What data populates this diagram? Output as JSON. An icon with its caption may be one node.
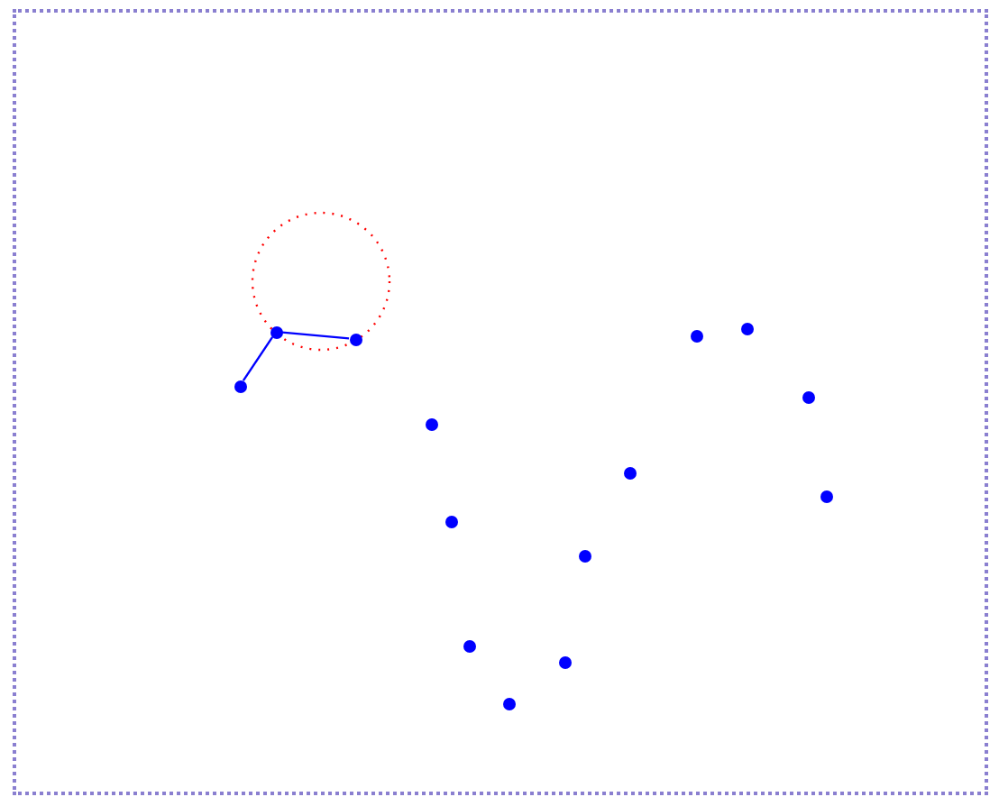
{
  "diagram": {
    "nodes": [
      {
        "text": [],
        "shape": "circle"
      },
      {
        "text": [],
        "shape": "circle"
      },
      {
        "text": [],
        "shape": "circle"
      },
      {
        "text": [],
        "shape": "circle"
      },
      {
        "text": [],
        "shape": "circle"
      },
      {
        "text": [],
        "shape": "circle"
      },
      {
        "text": [],
        "shape": "circle"
      },
      {
        "text": [],
        "shape": "circle"
      },
      {
        "text": [],
        "shape": "circle"
      },
      {
        "text": [],
        "shape": "circle"
      },
      {
        "text": [],
        "shape": "circle"
      },
      {
        "text": [],
        "shape": "circle"
      },
      {
        "text": [],
        "shape": "circle"
      },
      {
        "text": [],
        "shape": "circle"
      }
    ],
    "edges": [
      {
        "from": 0,
        "to": 1,
        "arrow": "none"
      },
      {
        "from": 1,
        "to": 2,
        "arrow": "none"
      }
    ]
  }
}
